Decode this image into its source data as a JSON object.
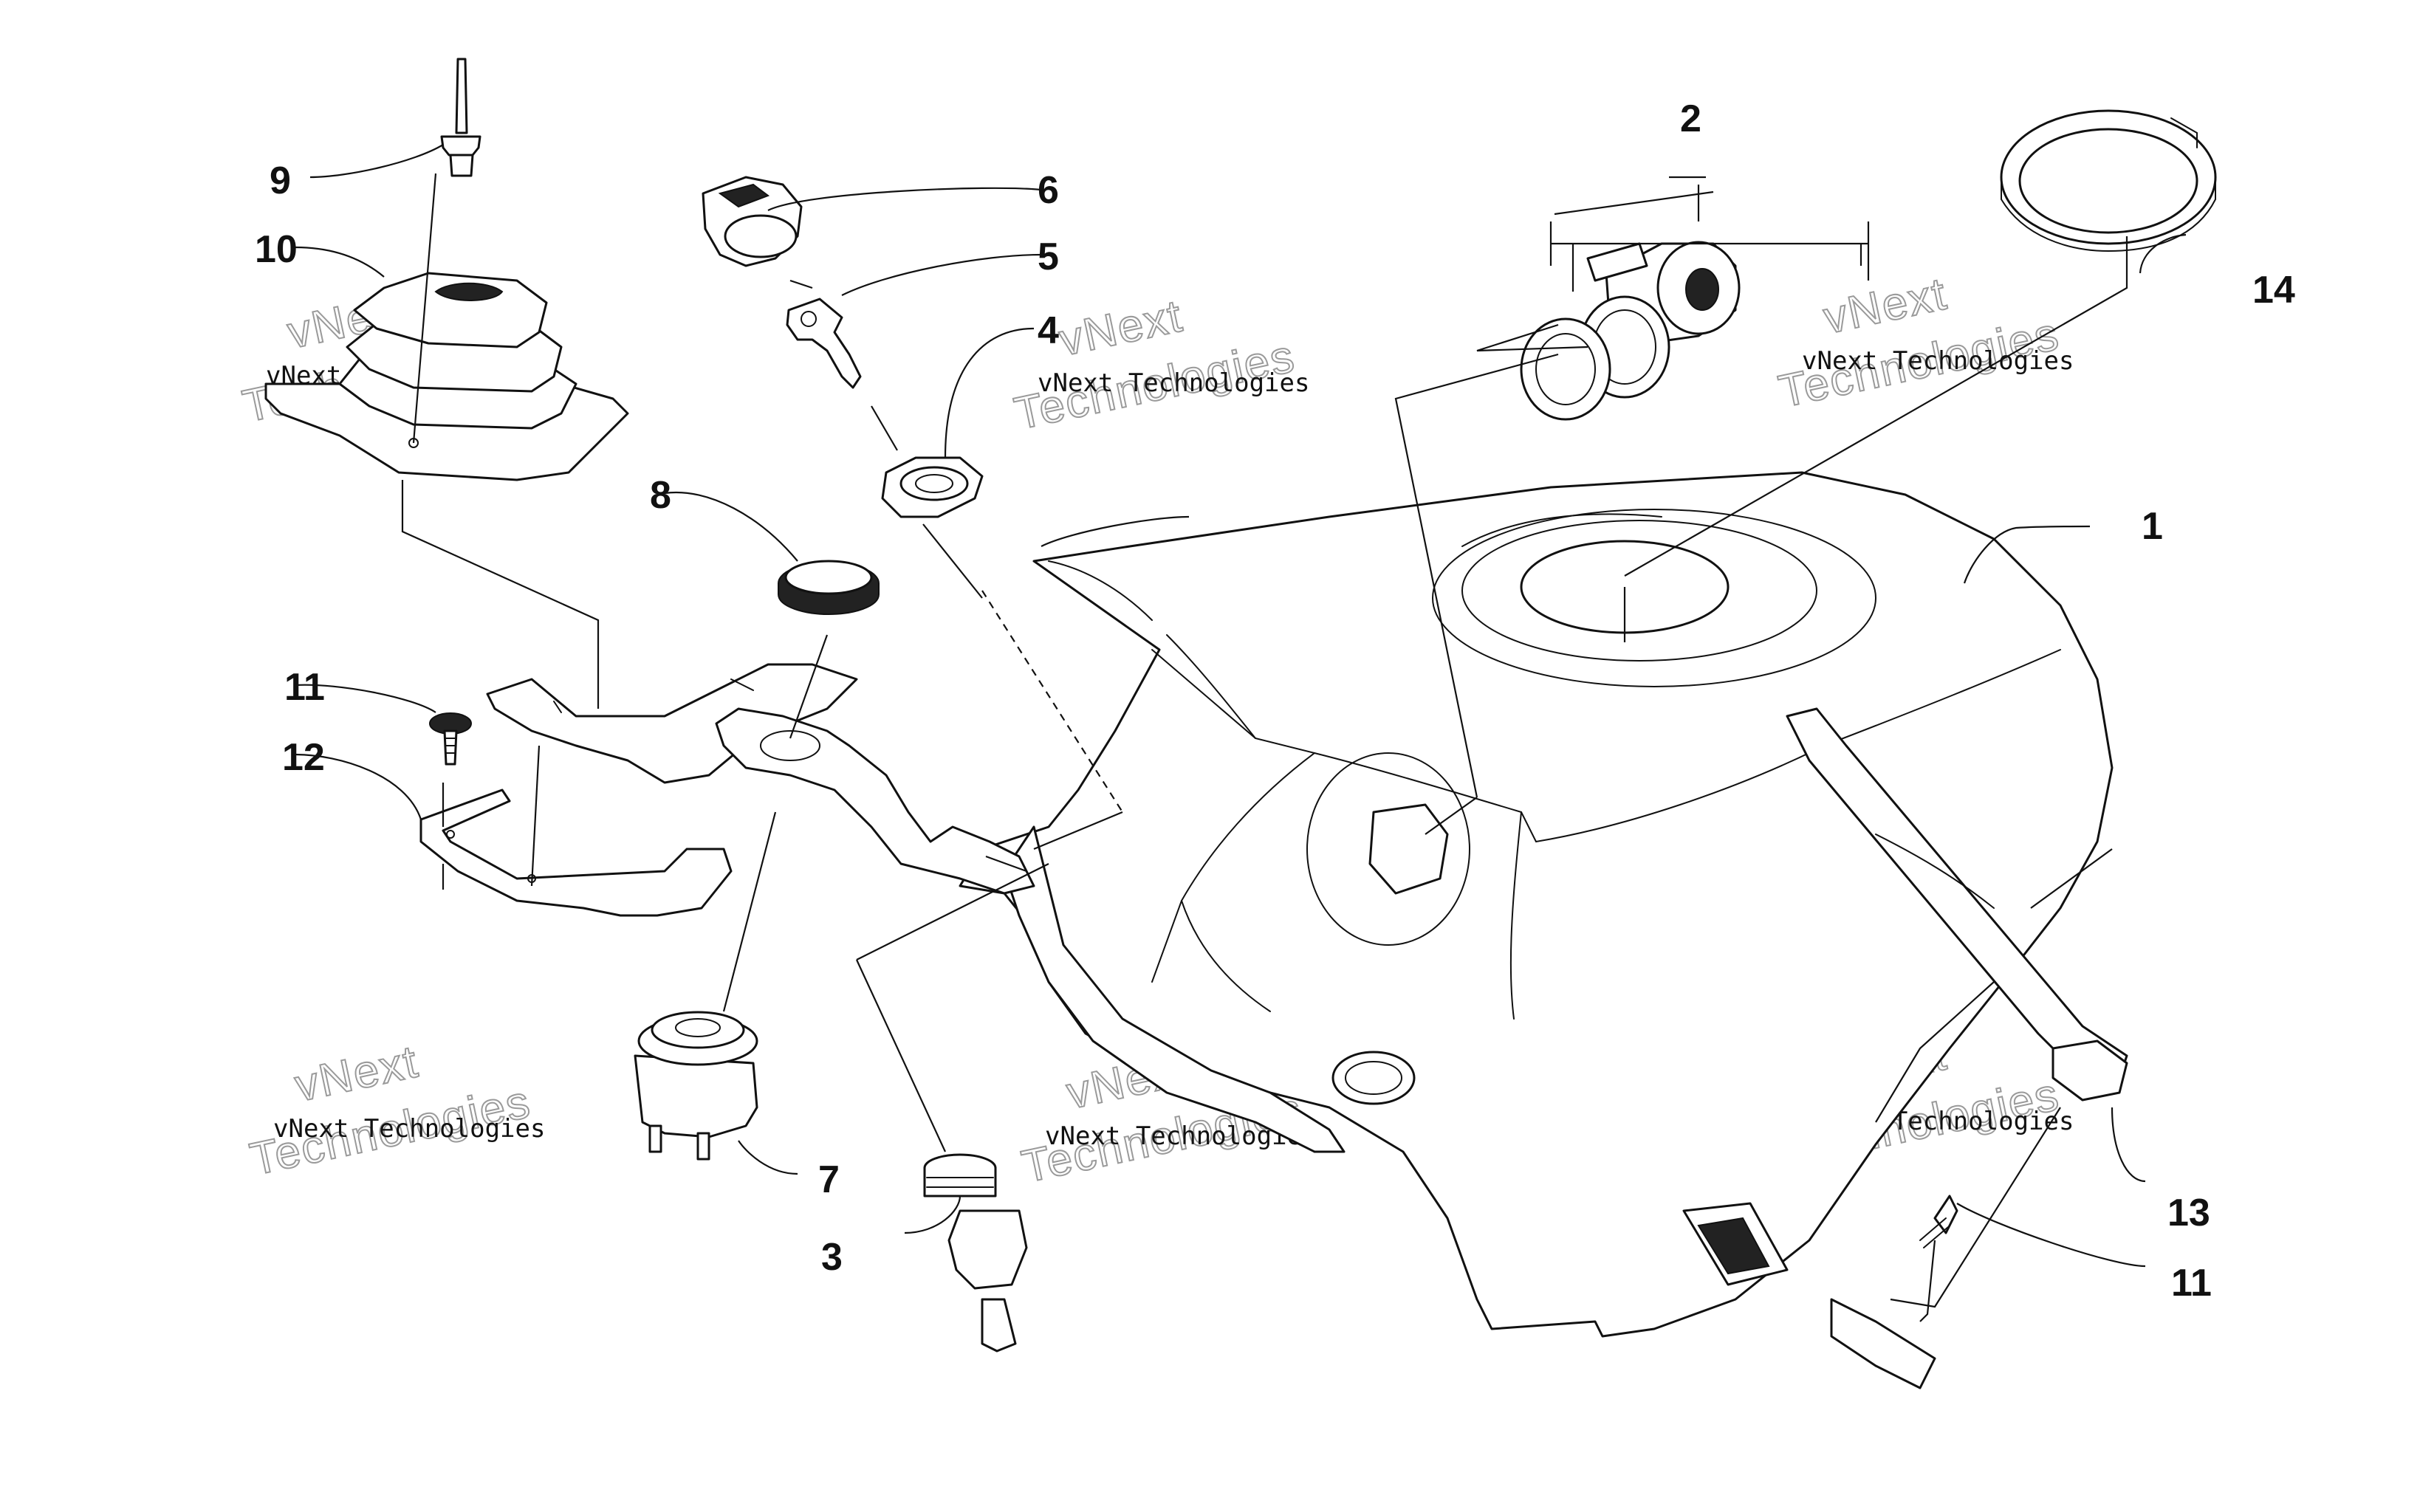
{
  "callouts": [
    {
      "id": "1",
      "label": "1"
    },
    {
      "id": "2",
      "label": "2"
    },
    {
      "id": "3",
      "label": "3"
    },
    {
      "id": "4",
      "label": "4"
    },
    {
      "id": "5",
      "label": "5"
    },
    {
      "id": "6",
      "label": "6"
    },
    {
      "id": "7",
      "label": "7"
    },
    {
      "id": "8",
      "label": "8"
    },
    {
      "id": "9",
      "label": "9"
    },
    {
      "id": "10",
      "label": "10"
    },
    {
      "id": "11a",
      "label": "11"
    },
    {
      "id": "11b",
      "label": "11"
    },
    {
      "id": "12",
      "label": "12"
    },
    {
      "id": "13",
      "label": "13"
    },
    {
      "id": "14",
      "label": "14"
    }
  ],
  "watermark": {
    "line1": "vNext Technologies",
    "line2": "Technologies",
    "line3": "vNext"
  }
}
